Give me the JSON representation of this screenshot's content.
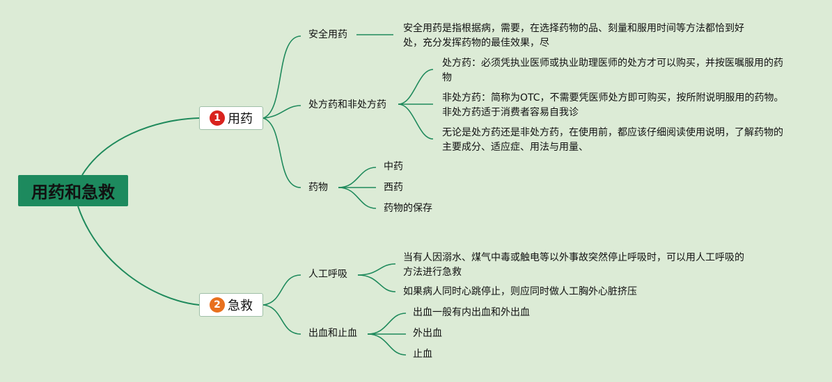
{
  "colors": {
    "background": "#dcebd6",
    "root": "#1d8a5e",
    "edge": "#1f8a5c",
    "badge1": "#d9231e",
    "badge2": "#e8701e"
  },
  "root": {
    "label": "用药和急救"
  },
  "branch1": {
    "badge": "1",
    "label": "用药",
    "topic_safe": "安全用药",
    "safe_desc": "安全用药是指根据病，需要，在选择药物的品、刻量和服用时间等方法都恰到好处，充分发挥药物的最佳效果，尽",
    "topic_rx": "处方药和非处方药",
    "rx_items": [
      "处方药：必须凭执业医师或执业助理医师的处方才可以购买，并按医嘱服用的药物",
      "非处方药：简称为OTC，不需要凭医师处方即可购买，按所附说明服用的药物。非处方药适于消费者容易自我诊",
      "无论是处方药还是非处方药，在使用前，都应该仔细阅读使用说明，了解药物的主要成分、适应症、用法与用量、"
    ],
    "topic_drug": "药物",
    "drug_items": [
      "中药",
      "西药",
      "药物的保存"
    ]
  },
  "branch2": {
    "badge": "2",
    "label": "急救",
    "topic_cpr": "人工呼吸",
    "cpr_items": [
      "当有人因溺水、煤气中毒或触电等以外事故突然停止呼吸时，可以用人工呼吸的方法进行急救",
      "如果病人同时心跳停止，则应同时做人工胸外心脏挤压"
    ],
    "topic_bleed": "出血和止血",
    "bleed_items": [
      "出血一般有内出血和外出血",
      "外出血",
      "止血"
    ]
  }
}
